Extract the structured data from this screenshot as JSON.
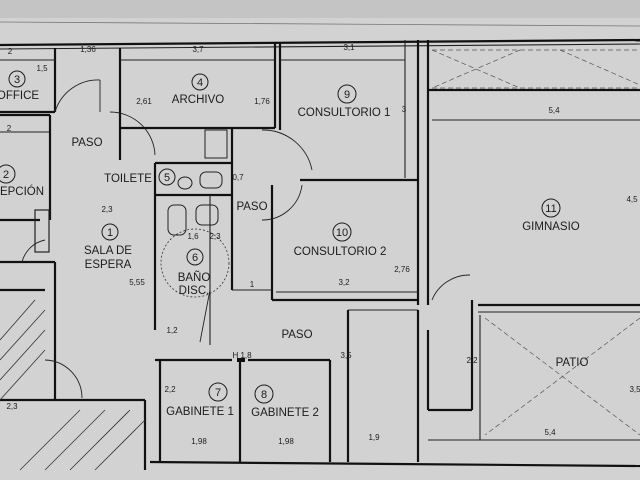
{
  "rooms": [
    {
      "key": "office",
      "number": "3",
      "name_lines": [
        "OFFICE"
      ]
    },
    {
      "key": "recepcion",
      "number": "2",
      "name_lines": [
        "EPCIÓN"
      ]
    },
    {
      "key": "archivo",
      "number": "4",
      "name_lines": [
        "ARCHIVO"
      ]
    },
    {
      "key": "consultorio1",
      "number": "9",
      "name_lines": [
        "CONSULTORIO 1"
      ]
    },
    {
      "key": "toilete",
      "number": "5",
      "name_lines": [
        "TOILETE"
      ]
    },
    {
      "key": "sala",
      "number": "1",
      "name_lines": [
        "SALA DE",
        "ESPERA"
      ]
    },
    {
      "key": "bano",
      "number": "6",
      "name_lines": [
        "BAÑO",
        "DISC."
      ]
    },
    {
      "key": "consultorio2",
      "number": "10",
      "name_lines": [
        "CONSULTORIO 2"
      ]
    },
    {
      "key": "gimnasio",
      "number": "11",
      "name_lines": [
        "GIMNASIO"
      ]
    },
    {
      "key": "gabinete1",
      "number": "7",
      "name_lines": [
        "GABINETE 1"
      ]
    },
    {
      "key": "gabinete2",
      "number": "8",
      "name_lines": [
        "GABINETE 2"
      ]
    }
  ],
  "labels": [
    {
      "key": "paso1",
      "text": "PASO"
    },
    {
      "key": "paso2",
      "text": "PASO"
    },
    {
      "key": "paso3",
      "text": "PASO"
    },
    {
      "key": "patio",
      "text": "PATIO"
    },
    {
      "key": "h18",
      "text": "H 1,8"
    }
  ],
  "dimensions": [
    "2",
    "1,36",
    "1,5",
    "3,7",
    "3,1",
    "2,61",
    "1,76",
    "3",
    "5,4",
    "2",
    "0,7",
    "2,3",
    "4,5",
    "1,6",
    "2,3",
    "5,55",
    "2,76",
    "3,2",
    "1",
    "1,2",
    "2,2",
    "3,5",
    "2,2",
    "3,5",
    "2,3",
    "1,98",
    "1,98",
    "1,9",
    "5,4"
  ]
}
